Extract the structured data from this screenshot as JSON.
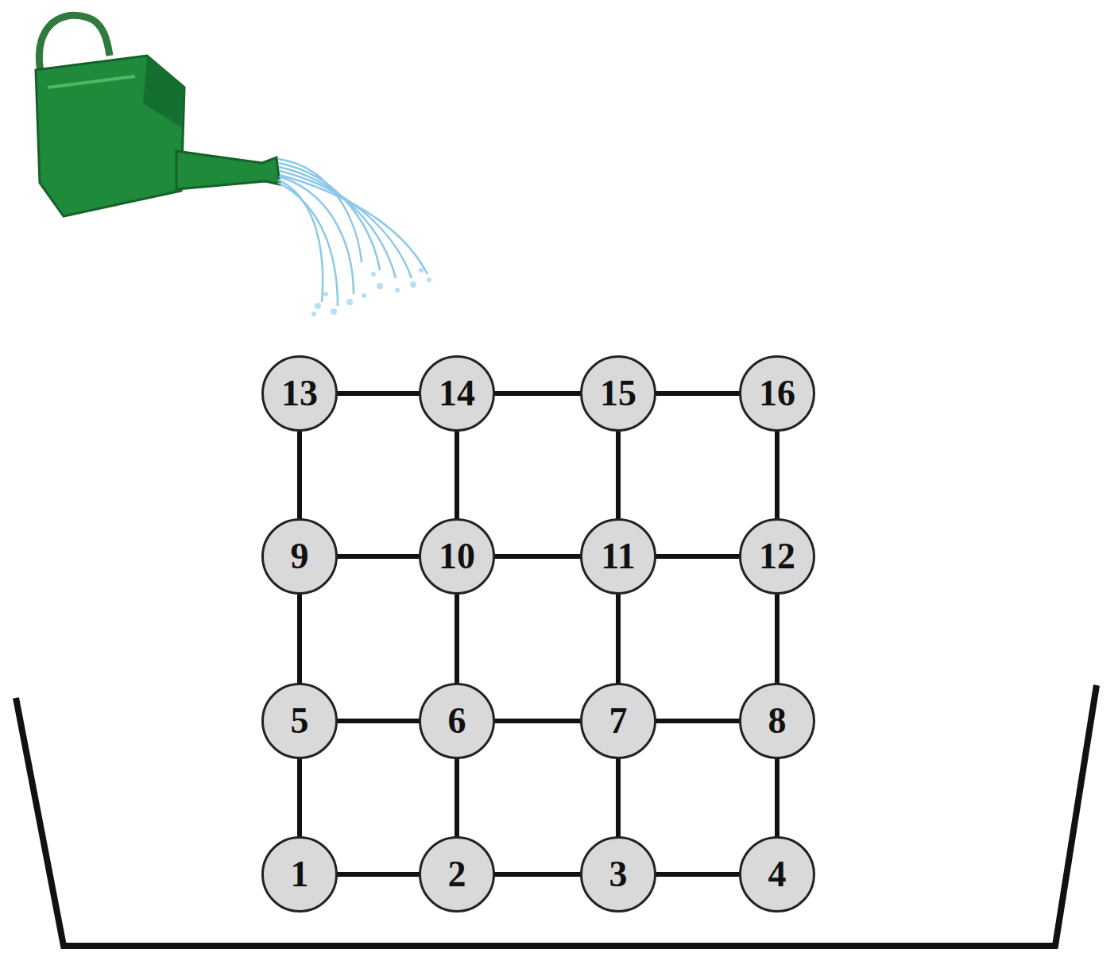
{
  "diagram": {
    "nodes": [
      {
        "text": [
          "13"
        ]
      },
      {
        "text": [
          "14"
        ]
      },
      {
        "text": [
          "15"
        ]
      },
      {
        "text": [
          "16"
        ]
      },
      {
        "text": [
          "9"
        ]
      },
      {
        "text": [
          "10"
        ]
      },
      {
        "text": [
          "11"
        ]
      },
      {
        "text": [
          "12"
        ]
      },
      {
        "text": [
          "5"
        ]
      },
      {
        "text": [
          "6"
        ]
      },
      {
        "text": [
          "7"
        ]
      },
      {
        "text": [
          "8"
        ]
      },
      {
        "text": [
          "1"
        ]
      },
      {
        "text": [
          "2"
        ]
      },
      {
        "text": [
          "3"
        ]
      },
      {
        "text": [
          "4"
        ]
      }
    ],
    "edges": [
      {
        "from": 0,
        "to": 1,
        "arrow": "none"
      },
      {
        "from": 1,
        "to": 2,
        "arrow": "none"
      },
      {
        "from": 2,
        "to": 3,
        "arrow": "none"
      },
      {
        "from": 4,
        "to": 5,
        "arrow": "none"
      },
      {
        "from": 5,
        "to": 6,
        "arrow": "none"
      },
      {
        "from": 6,
        "to": 7,
        "arrow": "none"
      },
      {
        "from": 8,
        "to": 9,
        "arrow": "none"
      },
      {
        "from": 9,
        "to": 10,
        "arrow": "none"
      },
      {
        "from": 10,
        "to": 11,
        "arrow": "none"
      },
      {
        "from": 12,
        "to": 13,
        "arrow": "none"
      },
      {
        "from": 13,
        "to": 14,
        "arrow": "none"
      },
      {
        "from": 14,
        "to": 15,
        "arrow": "none"
      },
      {
        "from": 0,
        "to": 4,
        "arrow": "none"
      },
      {
        "from": 1,
        "to": 5,
        "arrow": "none"
      },
      {
        "from": 2,
        "to": 6,
        "arrow": "none"
      },
      {
        "from": 3,
        "to": 7,
        "arrow": "none"
      },
      {
        "from": 4,
        "to": 8,
        "arrow": "none"
      },
      {
        "from": 5,
        "to": 9,
        "arrow": "none"
      },
      {
        "from": 6,
        "to": 10,
        "arrow": "none"
      },
      {
        "from": 7,
        "to": 11,
        "arrow": "none"
      },
      {
        "from": 8,
        "to": 12,
        "arrow": "none"
      },
      {
        "from": 9,
        "to": 13,
        "arrow": "none"
      },
      {
        "from": 10,
        "to": 14,
        "arrow": "none"
      },
      {
        "from": 11,
        "to": 15,
        "arrow": "none"
      }
    ]
  }
}
